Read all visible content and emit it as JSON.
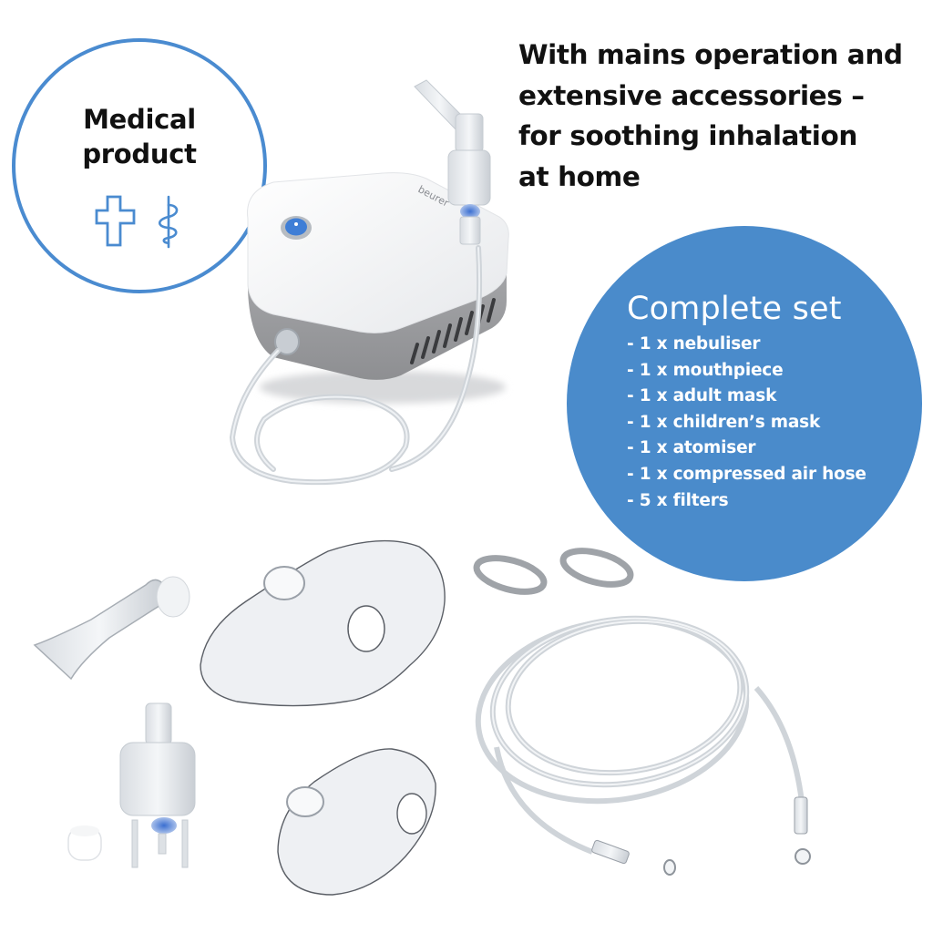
{
  "badge": {
    "title_line1": "Medical",
    "title_line2": "product",
    "icons": [
      "cross-outline-icon",
      "rod-of-asclepius-icon"
    ],
    "border_color": "#4a8bd0"
  },
  "headline": {
    "line1": "With mains operation and",
    "line2": "extensive accessories –",
    "line3": "for soothing inhalation",
    "line4": "at home"
  },
  "device": {
    "brand_label": "beurer",
    "accent_color": "#3b6fd1"
  },
  "complete_set": {
    "title": "Complete set",
    "background_color": "#4a8bcb",
    "items": [
      "- 1 x nebuliser",
      "- 1 x mouthpiece",
      "- 1 x adult mask",
      "- 1 x children’s mask",
      "- 1 x atomiser",
      "- 1 x compressed air hose",
      "- 5 x filters"
    ]
  },
  "accessories": [
    "mouthpiece",
    "adult-mask",
    "filter",
    "filter",
    "compressed-air-hose",
    "nebuliser",
    "filter-pad",
    "children-mask"
  ]
}
